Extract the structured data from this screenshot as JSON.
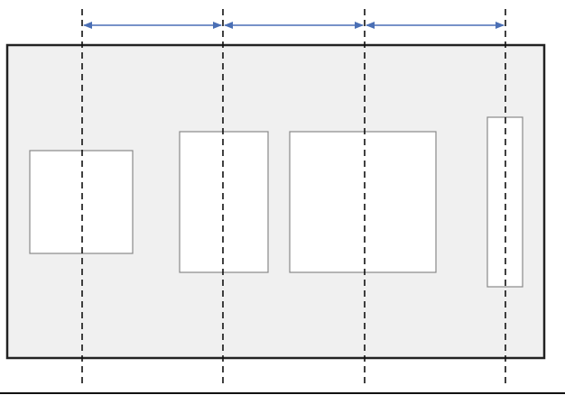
{
  "diagram": {
    "type": "distribute-horizontal-centers",
    "container_fill": "#f0f0f0",
    "container_stroke": "#222222",
    "shape_fill": "#ffffff",
    "shape_stroke": "#888888",
    "guide_stroke": "#111111",
    "arrow_color": "#4a6fb5",
    "shape_count": 4,
    "guide_count": 4,
    "spacing_arrow_count": 3,
    "spacing_equal": true
  }
}
